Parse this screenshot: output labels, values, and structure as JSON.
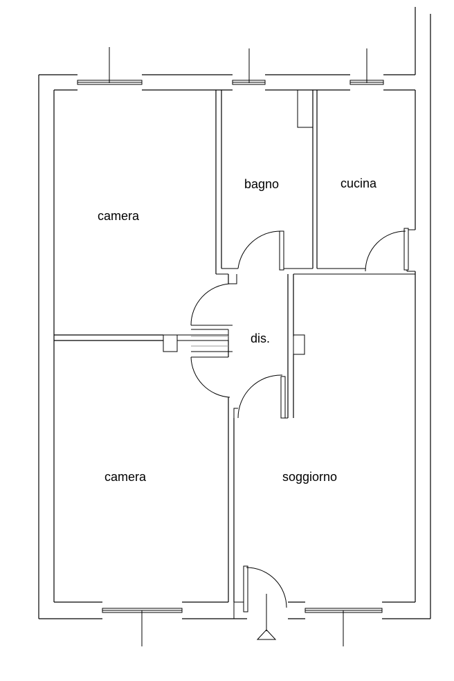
{
  "rooms": {
    "camera_top": "camera",
    "bagno": "bagno",
    "cucina": "cucina",
    "dis": "dis.",
    "camera_bottom": "camera",
    "soggiorno": "soggiorno"
  }
}
